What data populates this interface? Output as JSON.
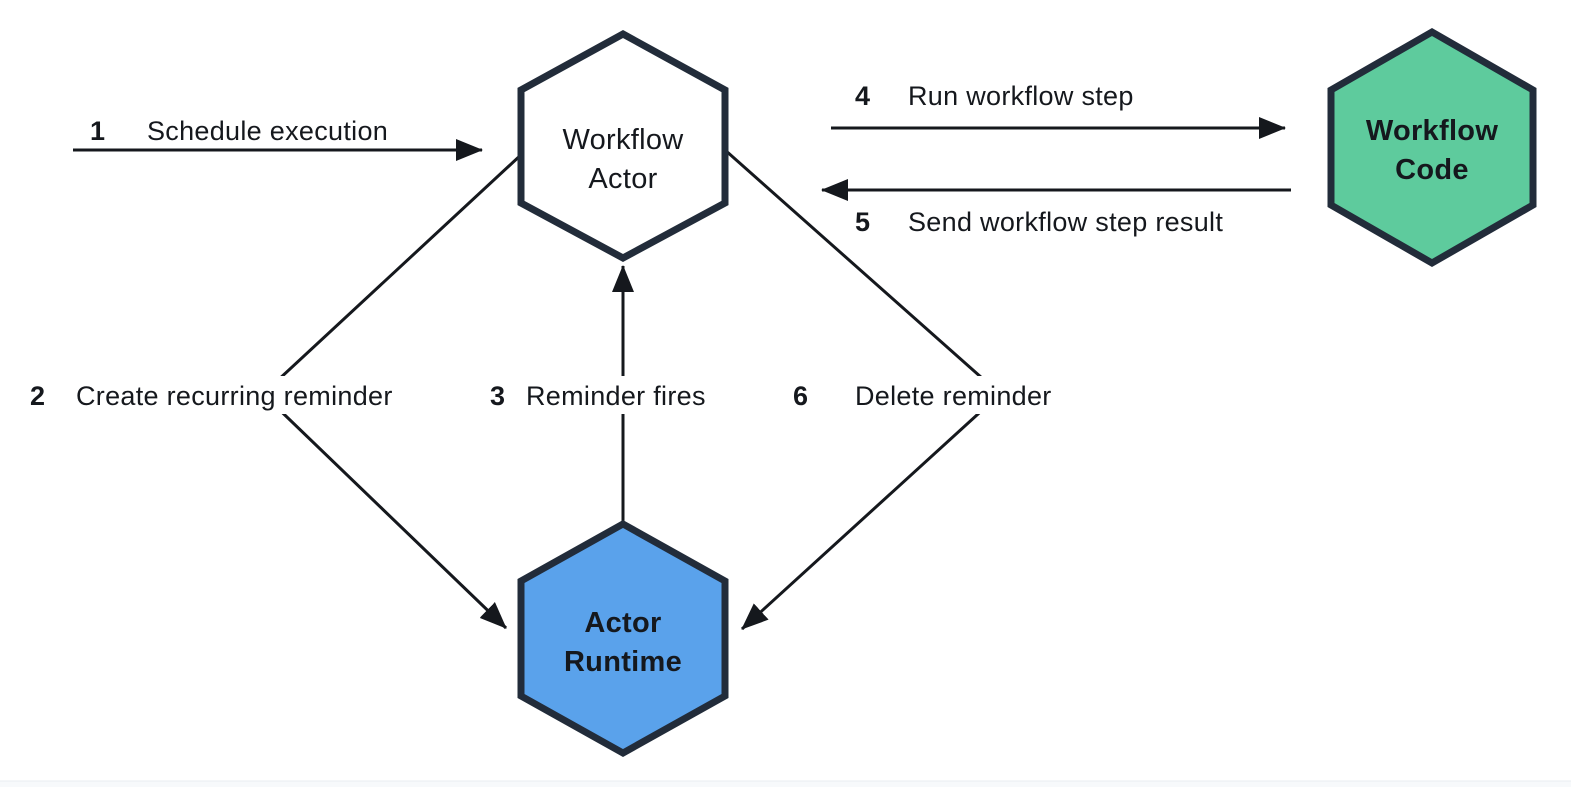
{
  "diagram": {
    "title": "Workflow actor reminder sequence diagram",
    "colors": {
      "background": "#ffffff",
      "node_border": "#222c3a",
      "node_green": "#5ecb9d",
      "node_blue": "#5aa2eb",
      "line": "#15181d",
      "text_dark": "#1b2535",
      "text_light": "#ffffff",
      "footer_strip": "#f7f9fb"
    },
    "nodes": {
      "workflow_actor": {
        "label": "Workflow Actor",
        "lines": {
          "0": "Workflow",
          "1": "Actor"
        },
        "fill": "#ffffff",
        "text_color": "#1b2535"
      },
      "workflow_code": {
        "label": "Workflow Code",
        "lines": {
          "0": "Workflow",
          "1": "Code"
        },
        "fill": "#5ecb9d",
        "text_color": "#1b2535"
      },
      "actor_runtime": {
        "label": "Actor Runtime",
        "lines": {
          "0": "Actor",
          "1": "Runtime"
        },
        "fill": "#5aa2eb",
        "text_color": "#ffffff"
      }
    },
    "edges": {
      "e1": {
        "number": "1",
        "label": "Schedule execution",
        "from": "external",
        "to": "workflow_actor",
        "direction": "right"
      },
      "e2": {
        "number": "2",
        "label": "Create recurring reminder",
        "from": "workflow_actor",
        "to": "actor_runtime",
        "direction": "down-left-then-down-right"
      },
      "e3": {
        "number": "3",
        "label": "Reminder fires",
        "from": "actor_runtime",
        "to": "workflow_actor",
        "direction": "up"
      },
      "e4": {
        "number": "4",
        "label": "Run workflow step",
        "from": "workflow_actor",
        "to": "workflow_code",
        "direction": "right"
      },
      "e5": {
        "number": "5",
        "label": "Send workflow step result",
        "from": "workflow_code",
        "to": "workflow_actor",
        "direction": "left"
      },
      "e6": {
        "number": "6",
        "label": "Delete reminder",
        "from": "workflow_actor",
        "to": "actor_runtime",
        "direction": "down-right-then-down-left"
      }
    }
  }
}
